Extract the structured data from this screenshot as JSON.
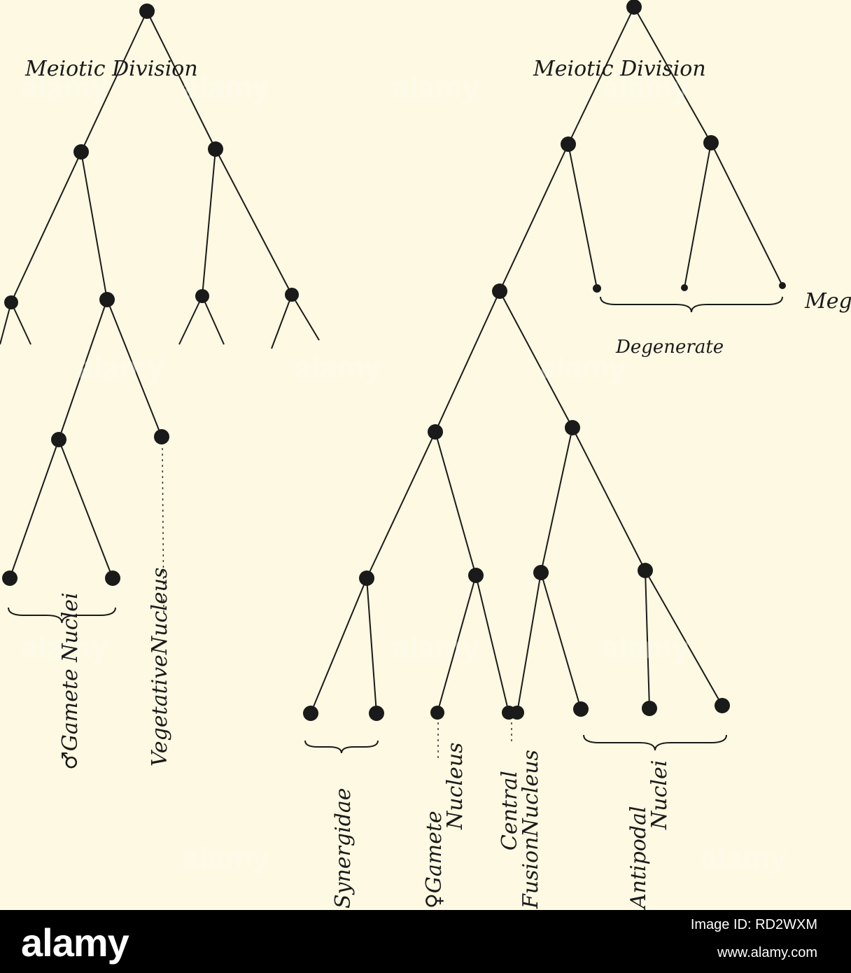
{
  "diagram": {
    "left_tree": {
      "division_label": "Meiotic Division",
      "gamete_label": "♂Gamete Nuclei",
      "vegetative_label": "VegetativeNucleus"
    },
    "right_tree": {
      "division_label": "Meiotic Division",
      "cut_label": "Meg",
      "degenerate_label": "Degenerate",
      "synergidae_label": "Synergidae",
      "gamete_label_1": "♀Gamete",
      "gamete_label_2": "Nucleus",
      "central_label_1": "Central",
      "central_label_2": "FusionNucleus",
      "antipodal_label_1": "Antipodal",
      "antipodal_label_2": "Nuclei"
    }
  },
  "watermark": "alamy",
  "footer": {
    "brand": "alamy",
    "image_id": "Image ID: RD2WXM",
    "site": "www.alamy.com"
  },
  "colors": {
    "paper": "#fdf9e2",
    "ink": "#1a1a1a",
    "footer": "#000000"
  }
}
